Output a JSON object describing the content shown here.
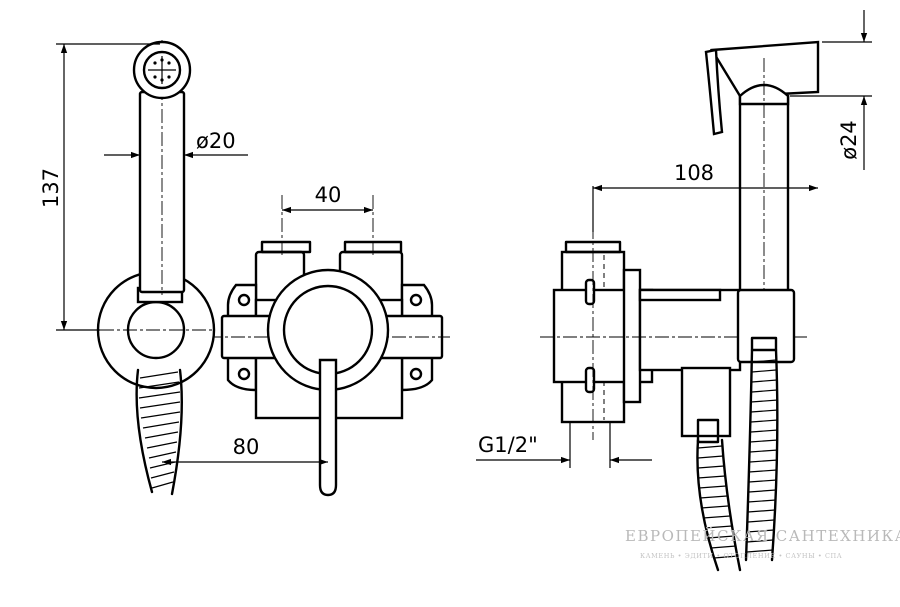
{
  "dimensions": {
    "height_137": "137",
    "diameter_20": "ø20",
    "width_40": "40",
    "offset_80": "80",
    "offset_108": "108",
    "diameter_24": "ø24",
    "thread": "G1/2\""
  },
  "watermark": {
    "brand": "ЕВРОПЕЙСКАЯ САНТЕХНИКА",
    "tagline": "КАМЕНЬ • ЭДИТИ • ОТОПЛЕНИЕ • САУНЫ • СПА"
  }
}
